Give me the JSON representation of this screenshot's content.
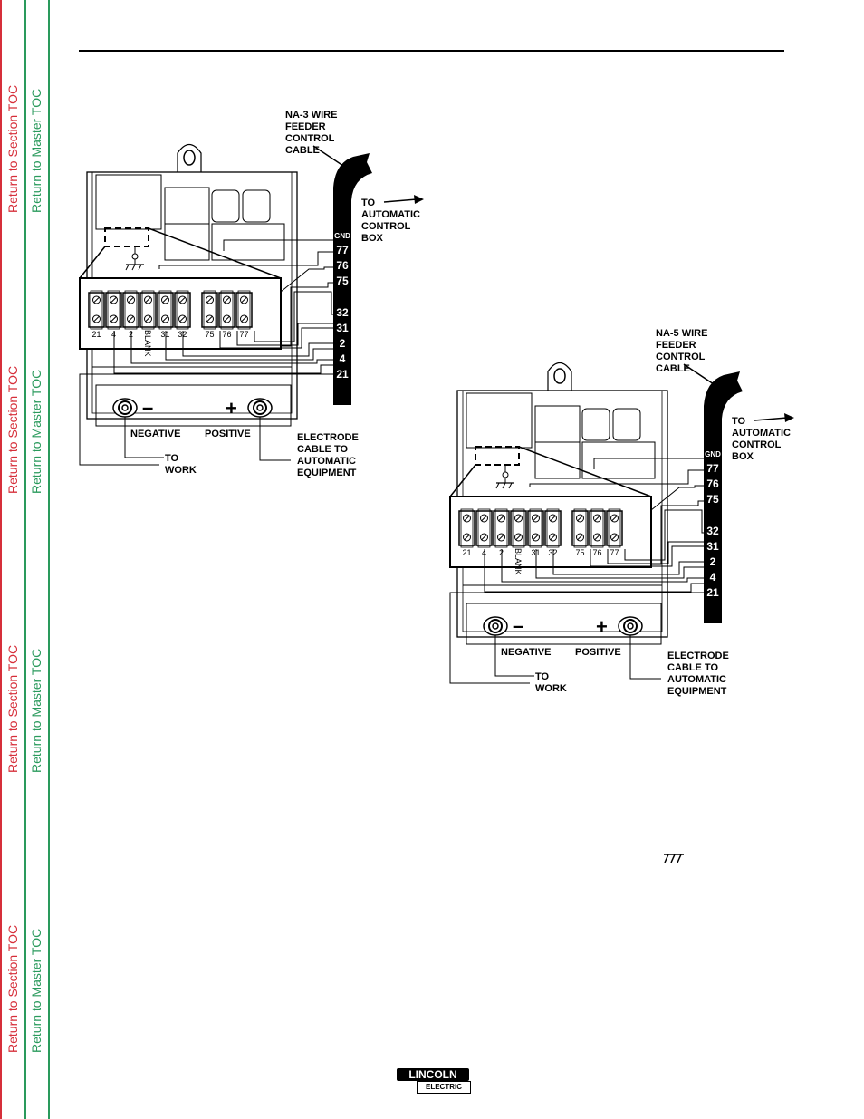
{
  "sidebar": {
    "section_toc": "Return to Section TOC",
    "master_toc": "Return to Master TOC"
  },
  "diagram_na3": {
    "cable_label": [
      "NA-3 WIRE",
      "FEEDER",
      "CONTROL",
      "CABLE"
    ],
    "to_label": [
      "TO",
      "AUTOMATIC",
      "CONTROL",
      "BOX"
    ],
    "wire_numbers": [
      "GND",
      "77",
      "76",
      "75",
      "32",
      "31",
      "2",
      "4",
      "21"
    ],
    "terminals_left": [
      "21",
      "4",
      "2",
      "BLANK",
      "31",
      "32"
    ],
    "terminals_right": [
      "75",
      "76",
      "77"
    ],
    "negative": "NEGATIVE",
    "positive": "POSITIVE",
    "to_work": [
      "TO",
      "WORK"
    ],
    "electrode": [
      "ELECTRODE",
      "CABLE TO",
      "AUTOMATIC",
      "EQUIPMENT"
    ],
    "minus": "–",
    "plus": "+"
  },
  "diagram_na5": {
    "cable_label": [
      "NA-5 WIRE",
      "FEEDER",
      "CONTROL",
      "CABLE"
    ],
    "to_label": [
      "TO",
      "AUTOMATIC",
      "CONTROL",
      "BOX"
    ],
    "wire_numbers": [
      "GND",
      "77",
      "76",
      "75",
      "32",
      "31",
      "2",
      "4",
      "21"
    ],
    "terminals_left": [
      "21",
      "4",
      "2",
      "BLANK",
      "31",
      "32"
    ],
    "terminals_right": [
      "75",
      "76",
      "77"
    ],
    "negative": "NEGATIVE",
    "positive": "POSITIVE",
    "to_work": [
      "TO",
      "WORK"
    ],
    "electrode": [
      "ELECTRODE",
      "CABLE TO",
      "AUTOMATIC",
      "EQUIPMENT"
    ],
    "minus": "–",
    "plus": "+"
  },
  "logo": {
    "top": "LINCOLN",
    "bottom": "ELECTRIC"
  }
}
